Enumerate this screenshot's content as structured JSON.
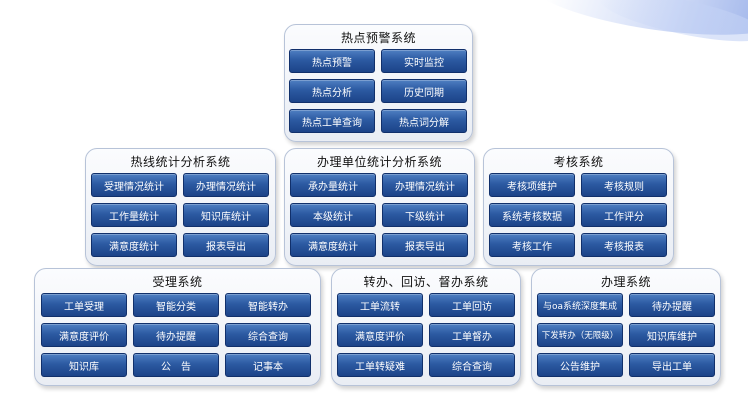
{
  "systems": [
    {
      "id": "hotspot",
      "title": "热点预警系统",
      "buttons": [
        "热点预警",
        "实时监控",
        "热点分析",
        "历史同期",
        "热点工单查询",
        "热点词分解"
      ]
    },
    {
      "id": "hotline",
      "title": "热线统计分析系统",
      "buttons": [
        "受理情况统计",
        "办理情况统计",
        "工作量统计",
        "知识库统计",
        "满意度统计",
        "报表导出"
      ]
    },
    {
      "id": "unit",
      "title": "办理单位统计分析系统",
      "buttons": [
        "承办量统计",
        "办理情况统计",
        "本级统计",
        "下级统计",
        "满意度统计",
        "报表导出"
      ]
    },
    {
      "id": "assess",
      "title": "考核系统",
      "buttons": [
        "考核项维护",
        "考核规则",
        "系统考核数据",
        "工作评分",
        "考核工作",
        "考核报表"
      ]
    },
    {
      "id": "accept",
      "title": "受理系统",
      "buttons": [
        "工单受理",
        "智能分类",
        "智能转办",
        "满意度评价",
        "待办提醒",
        "综合查询",
        "知识库",
        "公　告",
        "记事本"
      ]
    },
    {
      "id": "transfer",
      "title": "转办、回访、督办系统",
      "buttons": [
        "工单流转",
        "工单回访",
        "满意度评价",
        "工单督办",
        "工单转疑难",
        "综合查询"
      ]
    },
    {
      "id": "handle",
      "title": "办理系统",
      "buttons": [
        "与oa系统深度集成",
        "待办提醒",
        "下发转办（无限级）",
        "知识库维护",
        "公告维护",
        "导出工单"
      ]
    }
  ]
}
